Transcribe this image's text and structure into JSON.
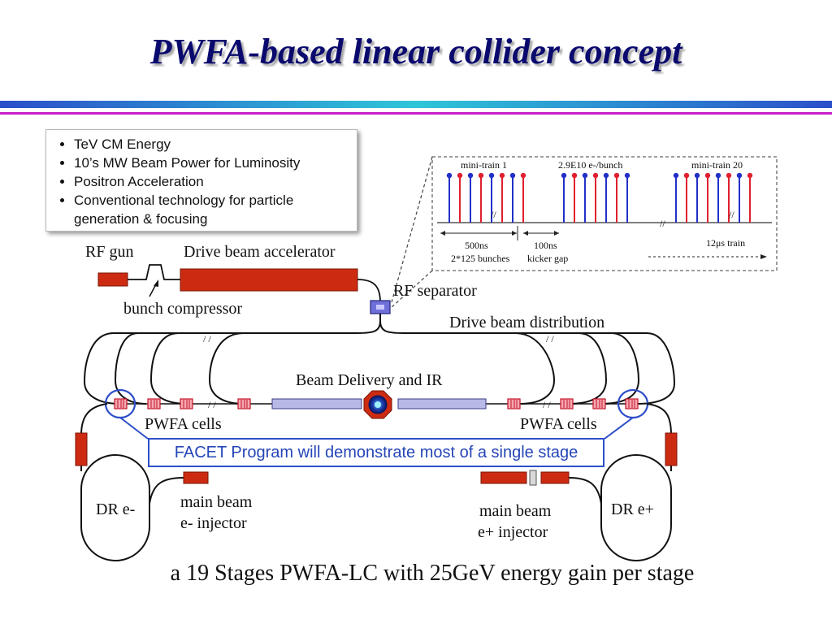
{
  "title": "PWFA-based linear collider concept",
  "bullets": [
    "TeV CM Energy",
    "10’s MW Beam Power for Luminosity",
    "Positron Acceleration",
    "Conventional technology for particle generation & focusing"
  ],
  "labels": {
    "rf_gun": "RF gun",
    "drive_beam_accelerator": "Drive beam accelerator",
    "bunch_compressor": "bunch compressor",
    "rf_separator": "RF separator",
    "drive_beam_distribution": "Drive beam distribution",
    "beam_delivery": "Beam Delivery and IR",
    "pwfa_cells_left": "PWFA cells",
    "pwfa_cells_right": "PWFA cells",
    "dr_e_minus": "DR e-",
    "dr_e_plus": "DR e+",
    "main_beam_left_1": "main beam",
    "main_beam_left_2": "e- injector",
    "main_beam_right_1": "main beam",
    "main_beam_right_2": "e+ injector"
  },
  "train_inset": {
    "mini_train_1": "mini-train 1",
    "bunch_charge": "2.9E10 e-/bunch",
    "mini_train_20": "mini-train 20",
    "gap_500ns": "500ns",
    "bunches": "2*125 bunches",
    "gap_100ns": "100ns",
    "kicker_gap": "kicker gap",
    "train_length": "12μs train"
  },
  "facet": "FACET Program will demonstrate most of a single stage",
  "caption": "a 19 Stages PWFA-LC with 25GeV energy gain per stage",
  "colors": {
    "title": "#0a0a6e",
    "accelerator": "#cc2b12",
    "cell_fill": "#f4a7b0",
    "cell_stroke": "#c4152a",
    "beamline": "#b9b9e8",
    "facet_blue": "#2d4ec9",
    "bunch_blue": "#2230c8",
    "bunch_red": "#e0202e"
  }
}
